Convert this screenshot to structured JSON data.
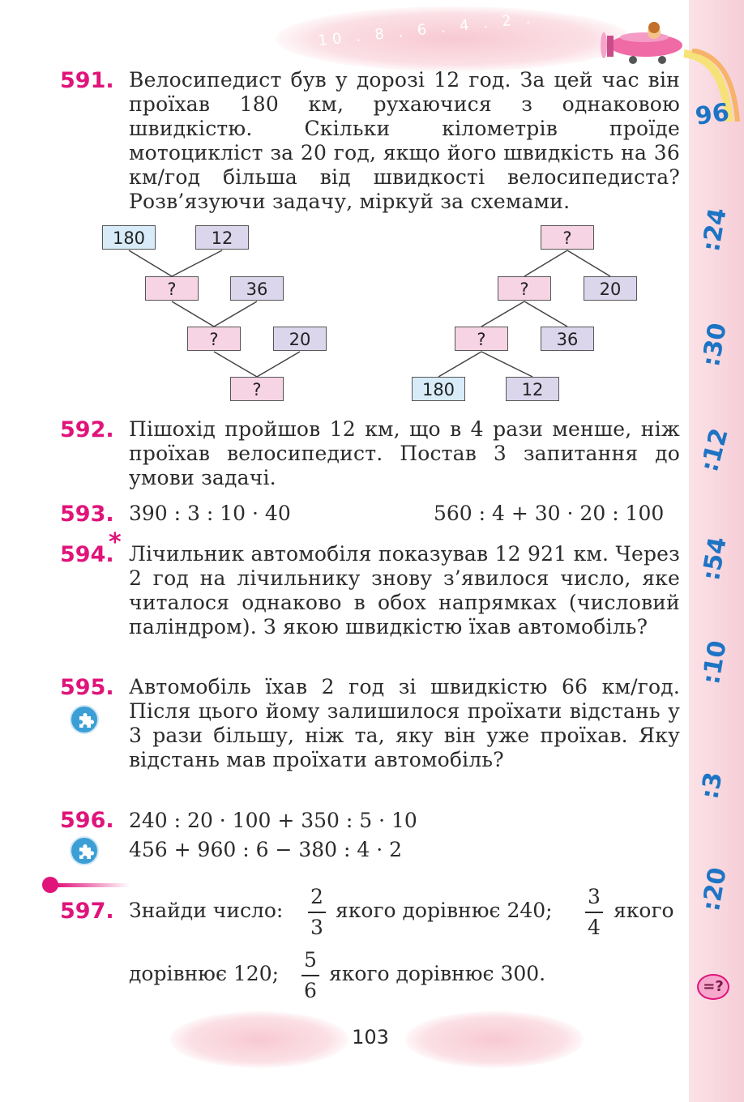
{
  "side_strip": {
    "numbers": [
      "96",
      ":24",
      ":30",
      ":12",
      ":54",
      ":10",
      ":3",
      ":20"
    ],
    "equal_badge": "=?"
  },
  "colors": {
    "accent_pink": "#e0147a",
    "strip_blue": "#1d74c4"
  },
  "problems": [
    {
      "number": "591.",
      "text": "Велосипедист був у дорозі 12 год. За цей час він проїхав 180 км, рухаючися з однаковою швидкістю. Скільки кілометрів проїде мотоцикліст за 20 год, якщо його швидкість на 36 км/год більша від швидкості велосипедиста? Розв’язуючи задачу, міркуй за схемами."
    },
    {
      "number": "592.",
      "text": "Пішохід пройшов 12 км, що в 4 рази менше, ніж проїхав велосипедист. Постав 3 запитання до умови задачі."
    },
    {
      "number": "593.",
      "expr_left": "390 : 3 : 10 · 40",
      "expr_right": "560 : 4 + 30 · 20 : 100"
    },
    {
      "number": "594.",
      "star": "*",
      "text": "Лічильник автомобіля показував 12 921 км. Через 2 год на лічильнику знову з’явилося число, яке читалося однаково в обох напрямках (числовий паліндром). З якою швидкістю їхав автомобіль?"
    },
    {
      "number": "595.",
      "text": "Автомобіль їхав 2 год зі швидкістю 66 км/год. Після цього йому залишилося проїхати відстань у 3 рази більшу, ніж та, яку він уже проїхав. Яку відстань мав проїхати автомобіль?"
    },
    {
      "number": "596.",
      "expr_line1": "240 : 20 · 100 + 350 : 5 · 10",
      "expr_line2": "456 + 960 : 6 − 380 : 4 · 2"
    },
    {
      "number": "597.",
      "part1": "Знайди число:",
      "part2": "якого дорівнює 240;",
      "part3": "якого",
      "part4": "дорівнює 120;",
      "part5": "якого дорівнює 300.",
      "fractions": [
        {
          "num": "2",
          "den": "3"
        },
        {
          "num": "3",
          "den": "4"
        },
        {
          "num": "5",
          "den": "6"
        }
      ]
    }
  ],
  "diagram_left": {
    "boxes": [
      "180",
      "12",
      "?",
      "36",
      "?",
      "20",
      "?"
    ]
  },
  "diagram_right": {
    "boxes": [
      "?",
      "?",
      "20",
      "?",
      "36",
      "180",
      "12"
    ]
  },
  "page_number": "103",
  "top_cloud_numbers": "10 . 8 . 6 . 4 . 2 ."
}
